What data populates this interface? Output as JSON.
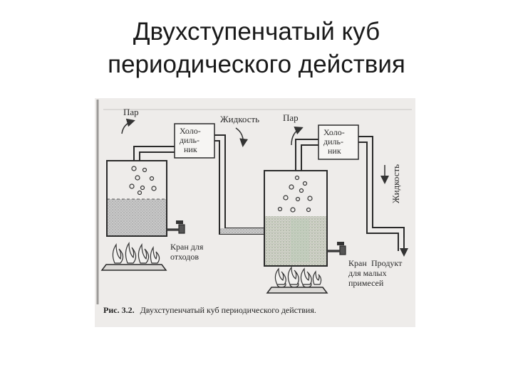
{
  "slide": {
    "title_line1": "Двухступенчатый куб",
    "title_line2": "периодического действия"
  },
  "figure": {
    "labels": {
      "steam_1": "Пар",
      "liquid_1": "Жидкость",
      "condenser_1": [
        "Холо-",
        "диль-",
        "ник"
      ],
      "steam_2": "Пар",
      "condenser_2": [
        "Холо-",
        "диль-",
        "ник"
      ],
      "liquid_2": "Жидкость",
      "waste_tap": [
        "Кран для",
        "отходов"
      ],
      "product": "Продукт",
      "impurity_tap": [
        "Кран",
        "для малых",
        "примесей"
      ]
    },
    "caption_bold": "Рис. 3.2.",
    "caption_text": "Двухступенчатый куб периодического действия."
  }
}
